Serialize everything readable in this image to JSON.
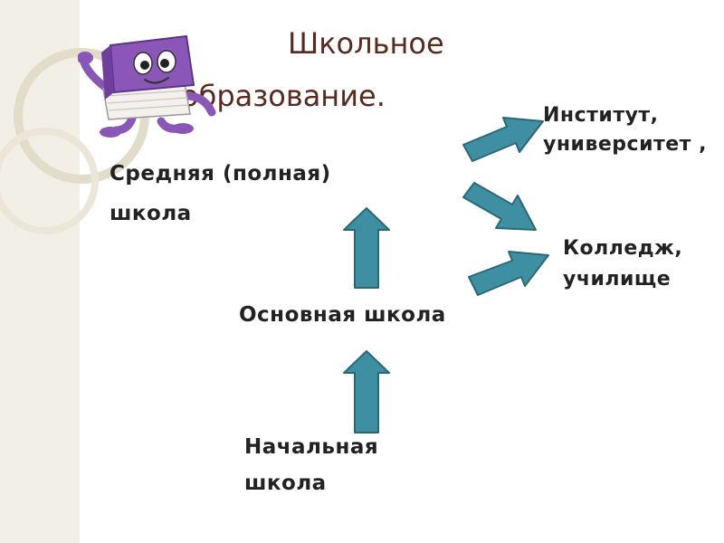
{
  "title": {
    "line1": "Школьное",
    "line2": "образование."
  },
  "nodes": {
    "secondary": "Средняя (полная) школа",
    "basic": "Основная школа",
    "primary": "Начальная школа",
    "institute": "Институт, университет ,",
    "college": "Колледж, училище"
  },
  "colors": {
    "arrow_fill": "#3f8fa3",
    "arrow_stroke": "#2a6878",
    "title": "#5a2a1e",
    "mascot": "#8a57b8"
  },
  "icons": {
    "mascot": "book-character-icon"
  }
}
